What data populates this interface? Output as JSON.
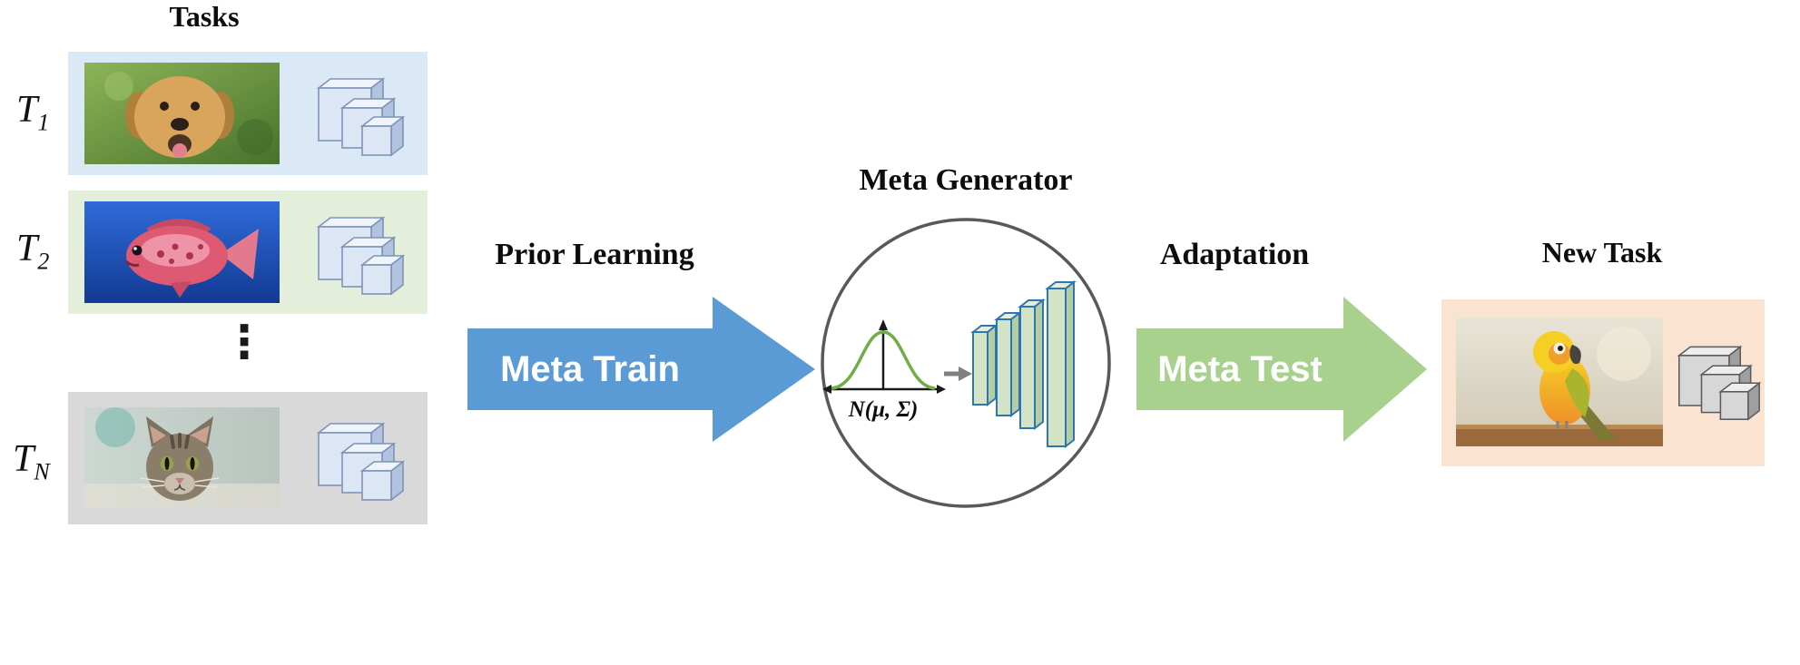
{
  "tasks_panel": {
    "title": "Tasks",
    "rows": [
      {
        "label": "T",
        "subscript": "1",
        "photo": "golden-retriever-dog",
        "bg": "#dbe9f6"
      },
      {
        "label": "T",
        "subscript": "2",
        "photo": "flowerhorn-fish",
        "bg": "#e3efda"
      },
      {
        "label": "T",
        "subscript": "N",
        "photo": "tabby-kitten",
        "bg": "#d9d9d9"
      }
    ],
    "ellipsis": "⋮"
  },
  "prior_learning": {
    "caption": "Prior Learning",
    "arrow_label": "Meta Train",
    "arrow_color": "#5b9bd5"
  },
  "meta_generator": {
    "title": "Meta Generator",
    "distribution_label": "N(μ, Σ)",
    "curve_color": "#70ad47",
    "circle_color": "#595959"
  },
  "adaptation": {
    "caption": "Adaptation",
    "arrow_label": "Meta Test",
    "arrow_color": "#a9d18e"
  },
  "new_task_panel": {
    "title": "New Task",
    "photo": "sun-conure-parrot",
    "bg": "#fbe3d1"
  },
  "icons": {
    "task_network": "stacked-3d-squares",
    "generator_network": "ascending-3d-layer-bars",
    "distribution": "gaussian-bell-curve",
    "flow": "right-arrow"
  }
}
